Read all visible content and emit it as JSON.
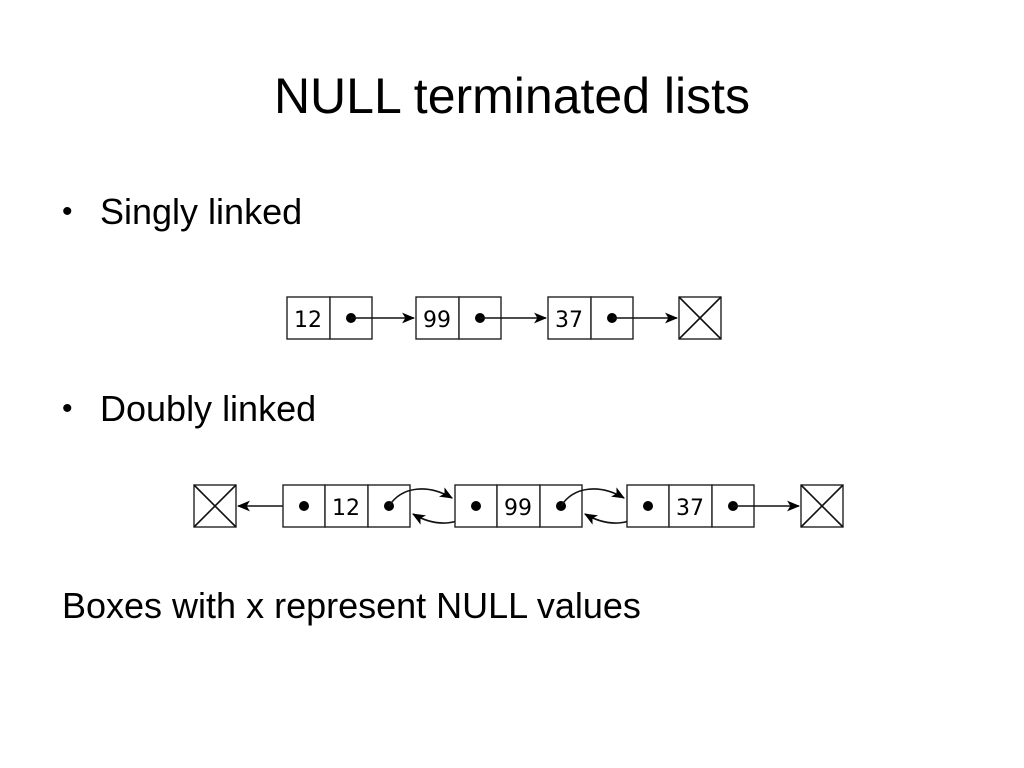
{
  "slide": {
    "title": "NULL terminated lists",
    "bullets": [
      "Singly linked",
      "Doubly linked"
    ],
    "note": "Boxes with x represent NULL values"
  },
  "diagrams": {
    "singly": {
      "values": [
        "12",
        "99",
        "37"
      ]
    },
    "doubly": {
      "values": [
        "12",
        "99",
        "37"
      ]
    }
  }
}
